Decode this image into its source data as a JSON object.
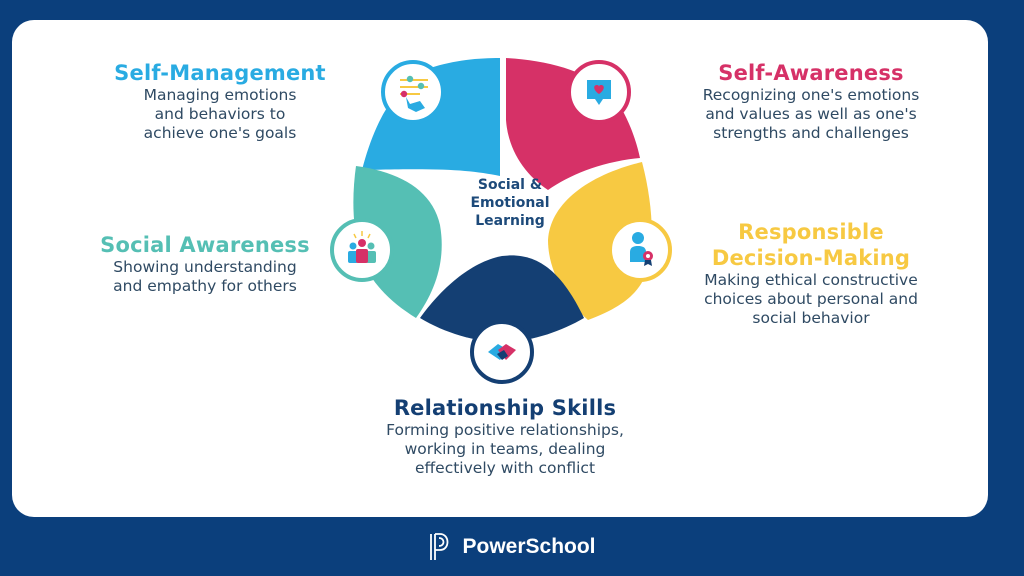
{
  "diagram": {
    "center_label": [
      "Social &",
      "Emotional",
      "Learning"
    ],
    "competencies": [
      {
        "id": "self-management",
        "title": "Self-Management",
        "description": [
          "Managing emotions",
          "and behaviors to",
          "achieve one's goals"
        ],
        "color": "#29abe2",
        "icon": "hand-pointing-choices-icon"
      },
      {
        "id": "self-awareness",
        "title": "Self-Awareness",
        "description": [
          "Recognizing one's emotions",
          "and values as well as one's",
          "strengths and challenges"
        ],
        "color": "#d63167",
        "icon": "heart-speech-bubble-icon"
      },
      {
        "id": "responsible-decision-making",
        "title": [
          "Responsible",
          "Decision-Making"
        ],
        "description": [
          "Making ethical constructive",
          "choices about personal and",
          "social behavior"
        ],
        "color": "#f7c942",
        "icon": "person-with-badge-icon"
      },
      {
        "id": "relationship-skills",
        "title": "Relationship Skills",
        "description": [
          "Forming positive relationships,",
          "working in teams, dealing",
          "effectively with conflict"
        ],
        "color": "#143f73",
        "icon": "handshake-icon"
      },
      {
        "id": "social-awareness",
        "title": "Social Awareness",
        "description": [
          "Showing understanding",
          "and empathy for others"
        ],
        "color": "#55bfb4",
        "icon": "group-of-people-icon"
      }
    ]
  },
  "footer": {
    "brand": "PowerSchool",
    "logo_icon": "powerschool-p-logo-icon"
  },
  "colors": {
    "background": "#0b3f7c",
    "card": "#ffffff",
    "body_text": "#2f4a63",
    "center_text": "#1d4a7a"
  }
}
